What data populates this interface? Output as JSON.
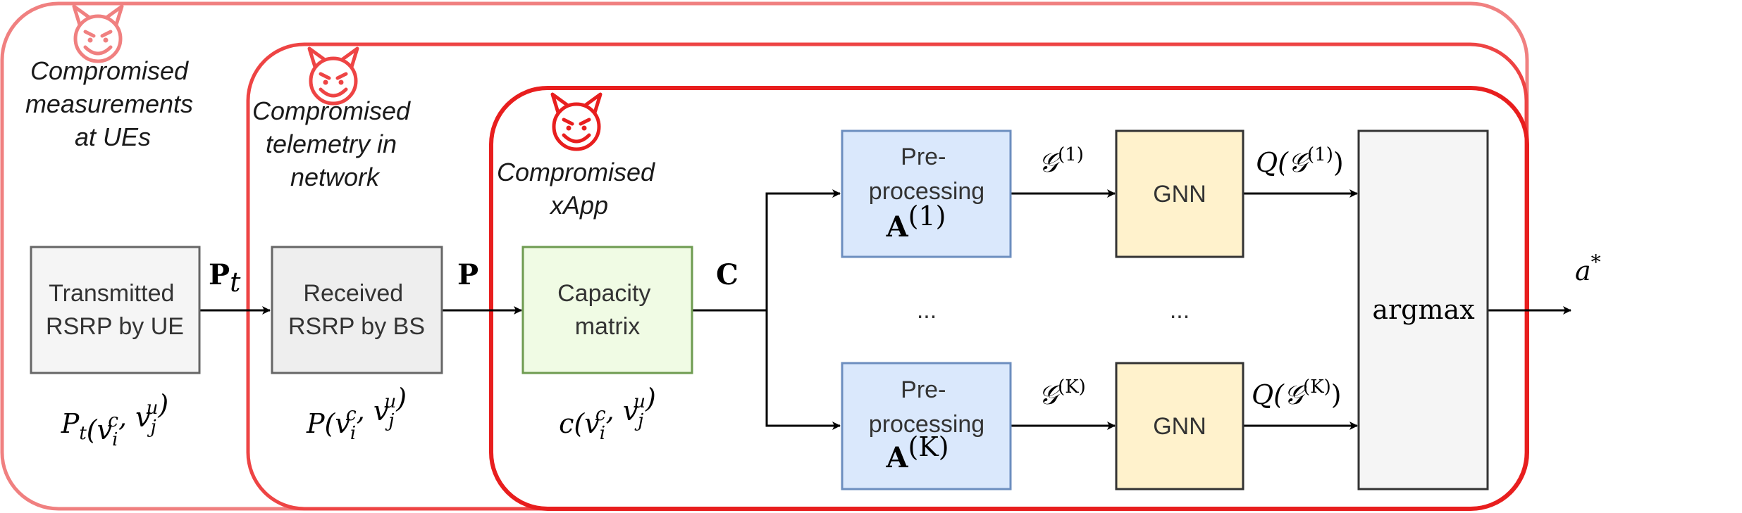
{
  "zones": {
    "ue": {
      "label_lines": [
        "Compromised",
        "measurements",
        "at UEs"
      ],
      "color": "#f08080",
      "icon": "devil-icon"
    },
    "network": {
      "label_lines": [
        "Compromised",
        "telemetry in",
        "network"
      ],
      "color": "#ee4444",
      "icon": "devil-icon"
    },
    "xapp": {
      "label_lines": [
        "Compromised",
        "xApp"
      ],
      "color": "#e81e1e",
      "icon": "devil-icon"
    }
  },
  "boxes": {
    "transmitted": {
      "lines": [
        "Transmitted",
        "RSRP by UE"
      ],
      "fill": "#f5f5f5"
    },
    "received": {
      "lines": [
        "Received",
        "RSRP by BS"
      ],
      "fill": "#eeeeee"
    },
    "capacity": {
      "lines": [
        "Capacity",
        "matrix"
      ],
      "fill": "#f0fbe4"
    },
    "pre_top": {
      "lines": [
        "Pre-",
        "processing"
      ],
      "matrix": "A",
      "sup": "(1)",
      "fill": "#dae8fc"
    },
    "pre_bottom": {
      "lines": [
        "Pre-",
        "processing"
      ],
      "matrix": "A",
      "sup": "(K)",
      "fill": "#dae8fc"
    },
    "gnn_top": {
      "label": "GNN",
      "fill": "#fff2cc"
    },
    "gnn_bottom": {
      "label": "GNN",
      "fill": "#fff2cc"
    },
    "argmax": {
      "label": "argmax",
      "fill": "#f5f5f5"
    }
  },
  "edge_labels": {
    "pt": {
      "main": "P",
      "sub": "t"
    },
    "p": "P",
    "c": "C",
    "g_top": {
      "main": "𝒢",
      "sup": "(1)"
    },
    "g_bottom": {
      "main": "𝒢",
      "sup": "(K)"
    },
    "q_top": {
      "pre": "Q(𝒢",
      "sup": "(1)",
      "post": ")"
    },
    "q_bottom": {
      "pre": "Q(𝒢",
      "sup": "(K)",
      "post": ")"
    },
    "a_star": {
      "main": "a",
      "sup": "*"
    }
  },
  "formulas": {
    "pt": "P_t(v_i^c, v_j^u)",
    "p": "P(v_i^c, v_j^u)",
    "c": "c(v_i^c, v_j^u)"
  },
  "ellipsis": {
    "mid_pre": "...",
    "mid_gnn": "..."
  }
}
